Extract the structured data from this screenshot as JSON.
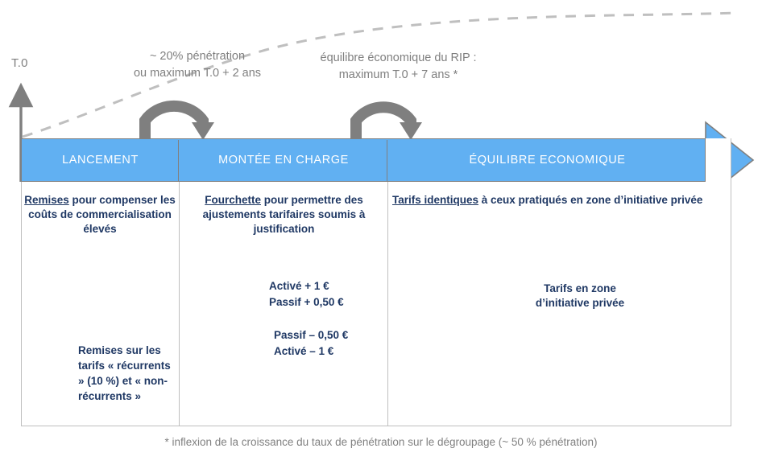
{
  "axis": {
    "label": "T.0"
  },
  "callouts": [
    {
      "line1": "~ 20% pénétration",
      "line2": "ou maximum  T.0 + 2 ans"
    },
    {
      "line1": "équilibre économique du RIP :",
      "line2": "maximum  T.0 + 7 ans *"
    }
  ],
  "phases": [
    {
      "label": "LANCEMENT"
    },
    {
      "label": "MONTÉE EN CHARGE"
    },
    {
      "label": "ÉQUILIBRE ECONOMIQUE"
    }
  ],
  "columns": {
    "lancement": {
      "headline_underlined": "Remises",
      "headline_rest": " pour compenser les coûts de commercialisation élevés",
      "bottom_note": "Remises sur les tarifs « récurrents » (10 %) et « non-récurrents »"
    },
    "montee": {
      "headline_underlined": "Fourchette",
      "headline_rest": " pour permettre des ajustements tarifaires soumis à justification",
      "price_up_line1": "Activé + 1 €",
      "price_up_line2": "Passif + 0,50 €",
      "price_down_line1": "Passif – 0,50 €",
      "price_down_line2": "Activé – 1 €"
    },
    "equilibre": {
      "headline_underlined": "Tarifs identiques",
      "headline_rest": " à ceux pratiqués en zone d’initiative privée",
      "mid_line1": "Tarifs en zone",
      "mid_line2": "d’initiative privée"
    }
  },
  "footnote": "* inflexion de la croissance du taux de pénétration sur le dégroupage (~ 50 % pénétration)",
  "colors": {
    "banner_blue": "#61B0F2",
    "navy_text": "#1F3864",
    "grey_annotation": "#7F7F7F",
    "green_reference_line": "#8DC63F",
    "navy_dashed_line": "#1F3864",
    "frame_border": "#BFBFBF"
  },
  "icons": {
    "axis_arrow": "up-arrow-icon",
    "growth_curve": "dashed-growth-curve-icon",
    "transition_arrow_1": "u-turn-arrow-icon",
    "transition_arrow_2": "u-turn-arrow-icon",
    "timeline_arrow_head": "right-arrow-head-icon",
    "bracket_lancement": "range-bracket-icon",
    "bracket_montee_upper": "range-bracket-icon",
    "bracket_montee_lower": "range-bracket-icon"
  }
}
